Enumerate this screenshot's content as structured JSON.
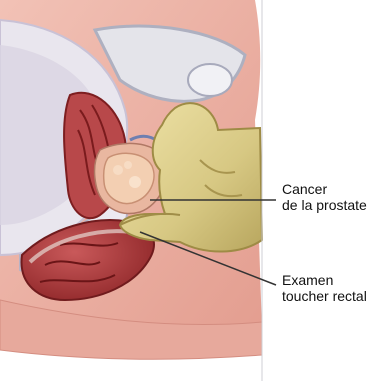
{
  "labels": {
    "cancer": {
      "line1": "Cancer",
      "line2": "de la prostate"
    },
    "exam": {
      "line1": "Examen",
      "line2": "toucher rectal"
    }
  },
  "colors": {
    "skin": "#e7a99c",
    "bone": "#e4e4ea",
    "glove": "#d8cb8a",
    "rectum": "#a7383b",
    "tumor": "#f0c7a6",
    "leader": "#333333"
  }
}
